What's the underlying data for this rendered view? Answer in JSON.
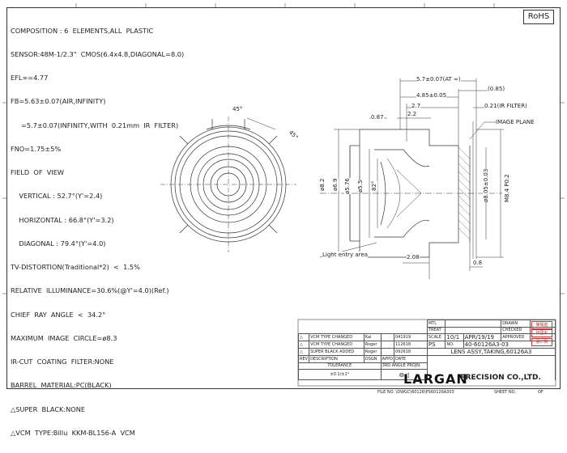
{
  "rohs": "RoHS",
  "specs": [
    "COMPOSITION : 6  ELEMENTS,ALL  PLASTIC",
    "SENSOR:48M-1/2.3\"  CMOS(6.4x4.8,DIAGONAL=8.0)",
    "EFL∞=4.77",
    "FB=5.63±0.07(AIR,INFINITY)",
    "     =5.7±0.07(INFINITY,WITH  0.21mm  IR  FILTER)",
    "FNO=1.75±5%",
    "FIELD  OF  VIEW",
    "    VERTICAL : 52.7°(Y'=2.4)",
    "    HORIZONTAL : 66.8°(Y'=3.2)",
    "    DIAGONAL : 79.4°(Y'=4.0)",
    "TV-DISTORTION(Traditional*2)  <  1.5%",
    "RELATIVE  ILLUMINANCE=30.6%(@Y'=4.0)(Ref.)",
    "CHIEF  RAY  ANGLE  <  34.2°",
    "MAXIMUM  IMAGE  CIRCLE=ø8.3",
    "IR-CUT  COATING  FILTER:NONE",
    "BARREL  MATERIAL:PC(BLACK)",
    "△SUPER  BLACK:NONE",
    "△VCM  TYPE:Billu  KKM-BL156-A  VCM"
  ],
  "front_view": {
    "angle1": "45°",
    "angle2": "45°"
  },
  "dims": {
    "d1": "5.7±0.07(AT ∞)",
    "d2": "4.85±0.05",
    "d3": "(0.85)",
    "d4": "2.7",
    "d5": "0.21(IR FILTER)",
    "d6": "0.87",
    "d7": "2.2",
    "image_plane": "IMAGE PLANE",
    "dia1": "ø8.2",
    "dia2": "ø6.9",
    "dia3": "ø5.76",
    "dia4": "ø5.5",
    "angle": "82°",
    "dia5": "ø8.05±0.03",
    "thread": "M8.4  P0.2",
    "light_area": "Light entry area",
    "d8": "2.08",
    "d9": "0.8"
  },
  "title_block": {
    "mtl": "MTL",
    "treat": "TREAT",
    "scale_label": "SCALE",
    "scale": "10/1",
    "date": "APR/19/19",
    "ps": "PS",
    "no_label": "NO.",
    "part_no": "40-60126A3-03",
    "title": "LENS  ASSY,TAKING,60126A3",
    "drawn": "DRAWN",
    "checked": "CHECKED",
    "approved": "APPROVED",
    "stamp1": "陳陽庭",
    "stamp2": "林國彩",
    "stamp3": "張仁賢",
    "rev_rows": [
      {
        "rev": "",
        "desc": "VCM TYPE CHANGED",
        "dsgn": "Kai",
        "date": "041919"
      },
      {
        "rev": "",
        "desc": "VCM TYPE CHANGED",
        "dsgn": "Roger",
        "date": "112618"
      },
      {
        "rev": "",
        "desc": "SUPER BLACK ADDED",
        "dsgn": "Roger",
        "date": "092618"
      }
    ],
    "rev_head": {
      "rev": "REV",
      "desc": "DESCRIPTION",
      "dsgn": "DSGN",
      "appd": "APPD",
      "date": "DATE"
    },
    "tolerance": "TOLERANCE",
    "tol_val": "±0.1/±1°",
    "third_angle": "3RD ANGLE PROJN.",
    "logo": "LARGAN",
    "logo2": "PRECISION CO.,LTD.",
    "file_no": "FILE NO. \\DWGC\\60126\\PS60126A303",
    "sheet_no": "SHEET NO.",
    "of": "OF"
  }
}
